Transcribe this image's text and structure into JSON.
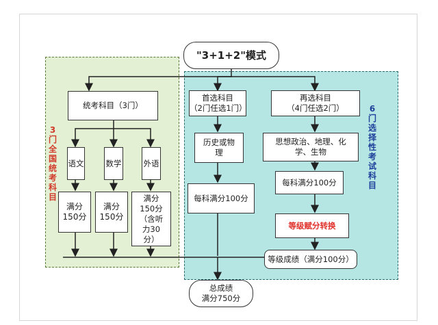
{
  "root": "\"3+1+2\"模式",
  "left_region_label": "3门全国统考科目",
  "right_region_label": "6门选择性考试科目",
  "left": {
    "unified": "统考科目（3门）",
    "subjects": [
      "语文",
      "数学",
      "外语"
    ],
    "scores": [
      "满分\n150分",
      "满分\n150分",
      "满分\n150分（含听\n力30\n分）"
    ]
  },
  "right": {
    "first": "首选科目\n（2门任选1门）",
    "second": "再选科目\n（4门任选2门）",
    "first_subjects": "历史或物\n理",
    "second_subjects": "思想政治、地理、化\n学、生物",
    "first_score": "每科满分100分",
    "second_score": "每科满分100分",
    "conversion": "等级赋分转换",
    "grade": "等级成绩（满分100分）"
  },
  "total": "总成绩\n满分750分"
}
